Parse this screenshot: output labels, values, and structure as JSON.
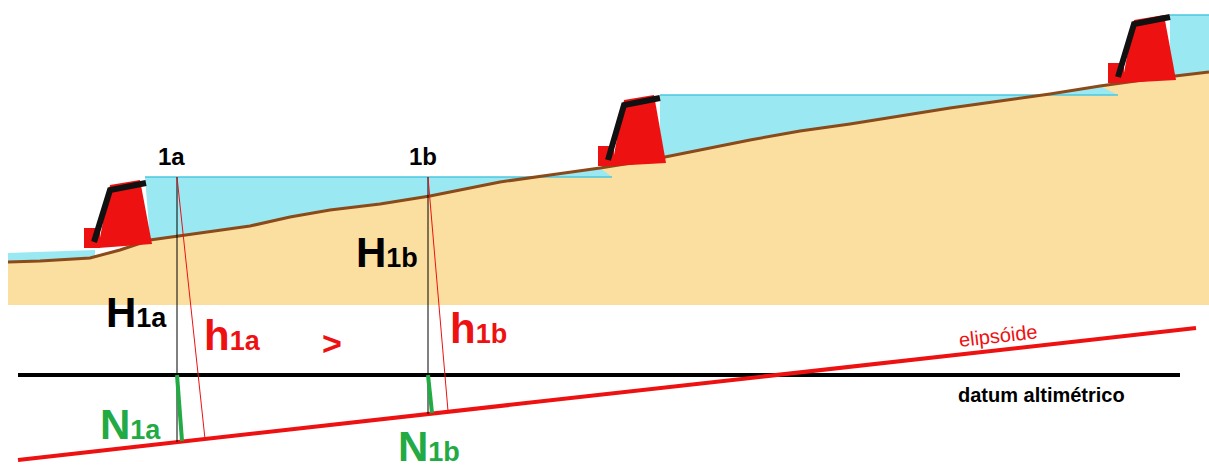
{
  "diagram": {
    "labels": [
      "1a",
      "1b",
      "H1a",
      "H1b",
      "h1a",
      ">",
      "h1b",
      "N1a",
      "N1b",
      "elipsóide",
      "datum altimétrico"
    ]
  }
}
